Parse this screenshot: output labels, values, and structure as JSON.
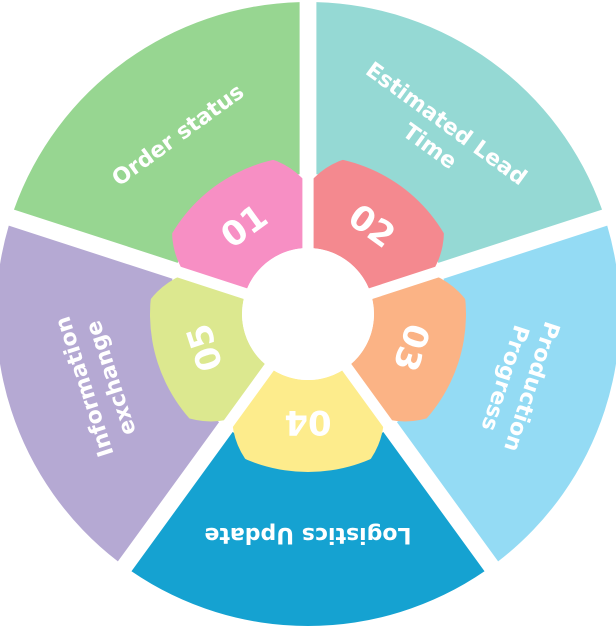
{
  "segments": [
    {
      "number": "01",
      "label_lines": [
        "Order status"
      ],
      "outer_color": "#97d691",
      "inner_color": "#f78fc4"
    },
    {
      "number": "02",
      "label_lines": [
        "Estimated Lead",
        "Time"
      ],
      "outer_color": "#95d9d4",
      "inner_color": "#f4898f"
    },
    {
      "number": "03",
      "label_lines": [
        "Production",
        "Progress"
      ],
      "outer_color": "#94dbf4",
      "inner_color": "#fbb385"
    },
    {
      "number": "04",
      "label_lines": [
        "Logistics Update"
      ],
      "outer_color": "#15a2d1",
      "inner_color": "#fdec8c"
    },
    {
      "number": "05",
      "label_lines": [
        "Information",
        "exchange"
      ],
      "outer_color": "#b5a9d3",
      "inner_color": "#dce88f"
    }
  ]
}
